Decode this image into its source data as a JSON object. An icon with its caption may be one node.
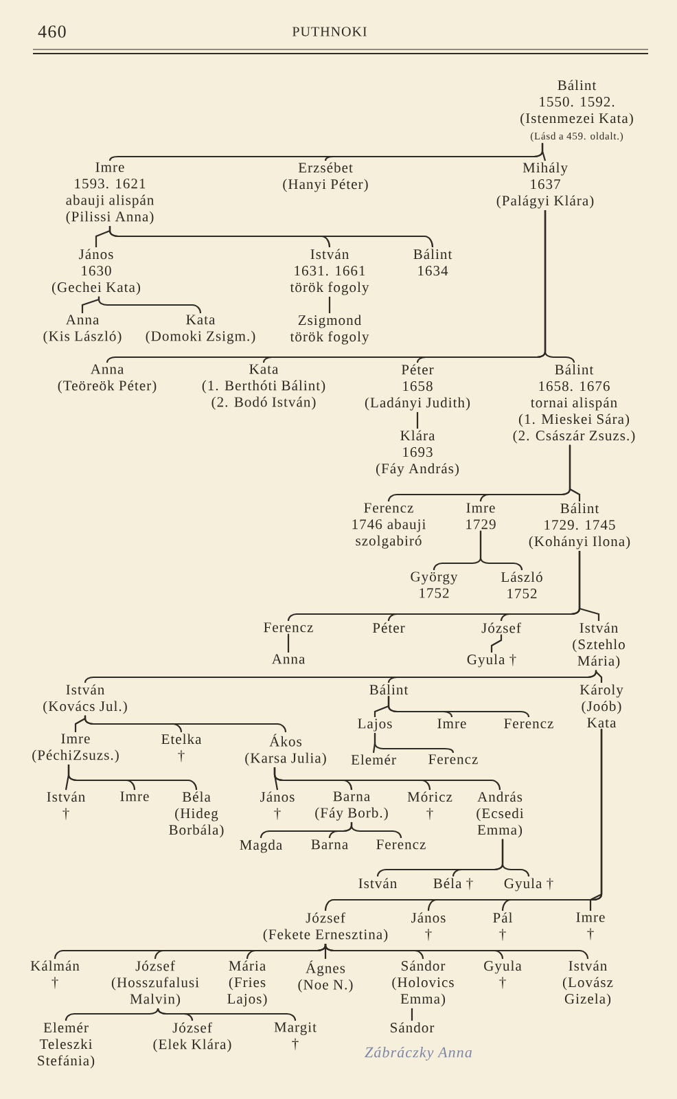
{
  "diagram": {
    "title": "PUTHNOKI",
    "nodes": [
      {
        "text": [
          "Bálint",
          "1550. 1592.",
          "(Istenmezei Kata)",
          "(Lásd a 459. oldalt.)"
        ]
      },
      {
        "text": [
          "Imre",
          "1593. 1621",
          "abauji alispán",
          "(Pilissi Anna)"
        ]
      },
      {
        "text": [
          "Erzsébet",
          "(Hanyi Péter)"
        ]
      },
      {
        "text": [
          "Mihály",
          "1637",
          "(Palágyi Klára)"
        ]
      },
      {
        "text": [
          "János",
          "1630",
          "(Gechei Kata)"
        ]
      },
      {
        "text": [
          "István",
          "1631. 1661",
          "török fogoly"
        ]
      },
      {
        "text": [
          "Bálint",
          "1634"
        ]
      },
      {
        "text": [
          "Anna",
          "(Kis László)"
        ]
      },
      {
        "text": [
          "Kata",
          "(Domoki Zsigm.)"
        ]
      },
      {
        "text": [
          "Zsigmond",
          "török fogoly"
        ]
      },
      {
        "text": [
          "Anna",
          "(Teöreök Péter)"
        ]
      },
      {
        "text": [
          "Kata",
          "(1. Berthóti Bálint)",
          "(2. Bodó István)"
        ]
      },
      {
        "text": [
          "Péter",
          "1658",
          "(Ladányi Judith)"
        ]
      },
      {
        "text": [
          "Bálint",
          "1658. 1676",
          "tornai alispán",
          "(1. Mieskei Sára)",
          "(2. Császár Zsuzs.)"
        ]
      },
      {
        "text": [
          "Klára",
          "1693",
          "(Fáy András)"
        ]
      },
      {
        "text": [
          "Ferencz",
          "1746 abauji szolgabiró"
        ]
      },
      {
        "text": [
          "Imre",
          "1729"
        ]
      },
      {
        "text": [
          "Bálint",
          "1729. 1745",
          "(Kohányi Ilona)"
        ]
      },
      {
        "text": [
          "György",
          "1752"
        ]
      },
      {
        "text": [
          "László",
          "1752"
        ]
      },
      {
        "text": [
          "Ferencz"
        ]
      },
      {
        "text": [
          "Péter"
        ]
      },
      {
        "text": [
          "József"
        ]
      },
      {
        "text": [
          "István",
          "(Sztehlo Mária)"
        ]
      },
      {
        "text": [
          "Anna"
        ]
      },
      {
        "text": [
          "Gyula †"
        ]
      },
      {
        "text": [
          "István",
          "(Kovács Jul.)"
        ]
      },
      {
        "text": [
          "Bálint"
        ]
      },
      {
        "text": [
          "Károly",
          "(Joób) Kata"
        ]
      },
      {
        "text": [
          "Imre",
          "(PéchiZsuzs.)"
        ]
      },
      {
        "text": [
          "Etelka",
          "†"
        ]
      },
      {
        "text": [
          "Ákos",
          "(Karsa Julia)"
        ]
      },
      {
        "text": [
          "Lajos"
        ]
      },
      {
        "text": [
          "Imre"
        ]
      },
      {
        "text": [
          "Ferencz"
        ]
      },
      {
        "text": [
          "Elemér"
        ]
      },
      {
        "text": [
          "Ferencz"
        ]
      },
      {
        "text": [
          "István",
          "†"
        ]
      },
      {
        "text": [
          "Imre"
        ]
      },
      {
        "text": [
          "Béla",
          "(Hideg Borbála)"
        ]
      },
      {
        "text": [
          "János",
          "†"
        ]
      },
      {
        "text": [
          "Barna",
          "(Fáy Borb.)"
        ]
      },
      {
        "text": [
          "Móricz",
          "†"
        ]
      },
      {
        "text": [
          "András",
          "(Ecsedi Emma)"
        ]
      },
      {
        "text": [
          "Magda"
        ]
      },
      {
        "text": [
          "Barna"
        ]
      },
      {
        "text": [
          "Ferencz"
        ]
      },
      {
        "text": [
          "István"
        ]
      },
      {
        "text": [
          "Béla †"
        ]
      },
      {
        "text": [
          "Gyula †"
        ]
      },
      {
        "text": [
          "József",
          "(Fekete Ernesztina)"
        ]
      },
      {
        "text": [
          "János",
          "†"
        ]
      },
      {
        "text": [
          "Pál",
          "†"
        ]
      },
      {
        "text": [
          "Imre",
          "†"
        ]
      },
      {
        "text": [
          "Kálmán",
          "†"
        ]
      },
      {
        "text": [
          "József",
          "(Hosszufalusi Malvin)"
        ]
      },
      {
        "text": [
          "Mária",
          "(Fries Lajos)"
        ]
      },
      {
        "text": [
          "Ágnes",
          "(Noe N.)"
        ]
      },
      {
        "text": [
          "Sándor",
          "(Holovics Emma)"
        ]
      },
      {
        "text": [
          "Gyula",
          "†"
        ]
      },
      {
        "text": [
          "István",
          "(Lovász Gizela)"
        ]
      },
      {
        "text": [
          "Elemér",
          "Teleszki Stefánia)"
        ]
      },
      {
        "text": [
          "József",
          "(Elek Klára)"
        ]
      },
      {
        "text": [
          "Margit",
          "†"
        ]
      },
      {
        "text": [
          "Sándor"
        ]
      }
    ],
    "edges": [
      {
        "from": 0,
        "to": 1,
        "arrow": "none"
      },
      {
        "from": 0,
        "to": 2,
        "arrow": "none"
      },
      {
        "from": 0,
        "to": 3,
        "arrow": "none"
      },
      {
        "from": 1,
        "to": 4,
        "arrow": "none"
      },
      {
        "from": 1,
        "to": 5,
        "arrow": "none"
      },
      {
        "from": 1,
        "to": 6,
        "arrow": "none"
      },
      {
        "from": 4,
        "to": 7,
        "arrow": "none"
      },
      {
        "from": 4,
        "to": 8,
        "arrow": "none"
      },
      {
        "from": 5,
        "to": 9,
        "arrow": "none"
      },
      {
        "from": 3,
        "to": 10,
        "arrow": "none"
      },
      {
        "from": 3,
        "to": 11,
        "arrow": "none"
      },
      {
        "from": 3,
        "to": 12,
        "arrow": "none"
      },
      {
        "from": 3,
        "to": 13,
        "arrow": "none"
      },
      {
        "from": 12,
        "to": 14,
        "arrow": "none"
      },
      {
        "from": 13,
        "to": 15,
        "arrow": "none"
      },
      {
        "from": 13,
        "to": 16,
        "arrow": "none"
      },
      {
        "from": 13,
        "to": 17,
        "arrow": "none"
      },
      {
        "from": 16,
        "to": 18,
        "arrow": "none"
      },
      {
        "from": 16,
        "to": 19,
        "arrow": "none"
      },
      {
        "from": 17,
        "to": 20,
        "arrow": "none"
      },
      {
        "from": 17,
        "to": 21,
        "arrow": "none"
      },
      {
        "from": 17,
        "to": 22,
        "arrow": "none"
      },
      {
        "from": 17,
        "to": 23,
        "arrow": "none"
      },
      {
        "from": 20,
        "to": 24,
        "arrow": "none"
      },
      {
        "from": 22,
        "to": 25,
        "arrow": "none"
      },
      {
        "from": 23,
        "to": 26,
        "arrow": "none"
      },
      {
        "from": 23,
        "to": 27,
        "arrow": "none"
      },
      {
        "from": 23,
        "to": 28,
        "arrow": "none"
      },
      {
        "from": 26,
        "to": 29,
        "arrow": "none"
      },
      {
        "from": 26,
        "to": 30,
        "arrow": "none"
      },
      {
        "from": 26,
        "to": 31,
        "arrow": "none"
      },
      {
        "from": 27,
        "to": 32,
        "arrow": "none"
      },
      {
        "from": 27,
        "to": 33,
        "arrow": "none"
      },
      {
        "from": 27,
        "to": 34,
        "arrow": "none"
      },
      {
        "from": 32,
        "to": 35,
        "arrow": "none"
      },
      {
        "from": 32,
        "to": 36,
        "arrow": "none"
      },
      {
        "from": 29,
        "to": 37,
        "arrow": "none"
      },
      {
        "from": 29,
        "to": 38,
        "arrow": "none"
      },
      {
        "from": 29,
        "to": 39,
        "arrow": "none"
      },
      {
        "from": 31,
        "to": 40,
        "arrow": "none"
      },
      {
        "from": 31,
        "to": 41,
        "arrow": "none"
      },
      {
        "from": 31,
        "to": 42,
        "arrow": "none"
      },
      {
        "from": 31,
        "to": 43,
        "arrow": "none"
      },
      {
        "from": 41,
        "to": 44,
        "arrow": "none"
      },
      {
        "from": 41,
        "to": 45,
        "arrow": "none"
      },
      {
        "from": 41,
        "to": 46,
        "arrow": "none"
      },
      {
        "from": 43,
        "to": 47,
        "arrow": "none"
      },
      {
        "from": 43,
        "to": 48,
        "arrow": "none"
      },
      {
        "from": 43,
        "to": 49,
        "arrow": "none"
      },
      {
        "from": 28,
        "to": 50,
        "arrow": "none"
      },
      {
        "from": 28,
        "to": 51,
        "arrow": "none"
      },
      {
        "from": 28,
        "to": 52,
        "arrow": "none"
      },
      {
        "from": 28,
        "to": 53,
        "arrow": "none"
      },
      {
        "from": 50,
        "to": 54,
        "arrow": "none"
      },
      {
        "from": 50,
        "to": 55,
        "arrow": "none"
      },
      {
        "from": 50,
        "to": 56,
        "arrow": "none"
      },
      {
        "from": 50,
        "to": 57,
        "arrow": "none"
      },
      {
        "from": 50,
        "to": 58,
        "arrow": "none"
      },
      {
        "from": 50,
        "to": 59,
        "arrow": "none"
      },
      {
        "from": 50,
        "to": 60,
        "arrow": "none"
      },
      {
        "from": 55,
        "to": 61,
        "arrow": "none"
      },
      {
        "from": 55,
        "to": 62,
        "arrow": "none"
      },
      {
        "from": 55,
        "to": 63,
        "arrow": "none"
      },
      {
        "from": 58,
        "to": 64,
        "arrow": "none"
      }
    ],
    "labels": [
      "460",
      "Zábráczky Anna"
    ]
  }
}
